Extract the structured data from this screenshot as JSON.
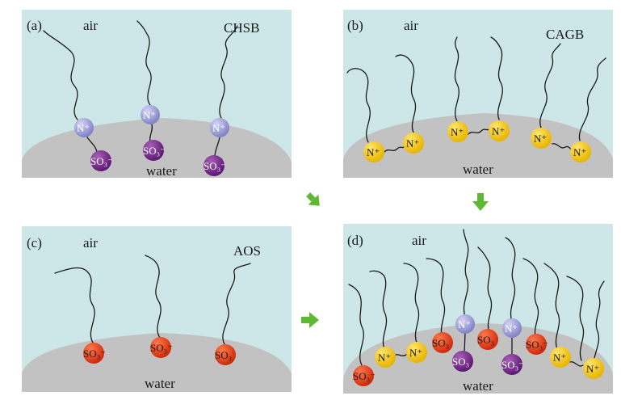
{
  "panels": {
    "a": {
      "tag": "(a)",
      "medium_top": "air",
      "medium_bottom": "water",
      "surfactant": "CHSB"
    },
    "b": {
      "tag": "(b)",
      "medium_top": "air",
      "medium_bottom": "water",
      "surfactant": "CAGB"
    },
    "c": {
      "tag": "(c)",
      "medium_top": "air",
      "medium_bottom": "water",
      "surfactant": "AOS"
    },
    "d": {
      "tag": "(d)",
      "medium_top": "air",
      "medium_bottom": "water"
    }
  },
  "ions": {
    "cation": "N⁺",
    "sulfonate": "SO₃⁻",
    "sulfonate_plain": "SO₃"
  },
  "colors": {
    "panel_background": "#cde7e8",
    "water": "#c2c2c2",
    "cation_lavender": "#9b9bd6",
    "cation_yellow": "#f5c400",
    "sulfonate_purple": "#7a2a8e",
    "sulfonate_red": "#e8401c",
    "arrow": "#5db832"
  },
  "icons": {
    "arrows": [
      "down-right-arrow",
      "down-arrow",
      "right-arrow"
    ]
  }
}
